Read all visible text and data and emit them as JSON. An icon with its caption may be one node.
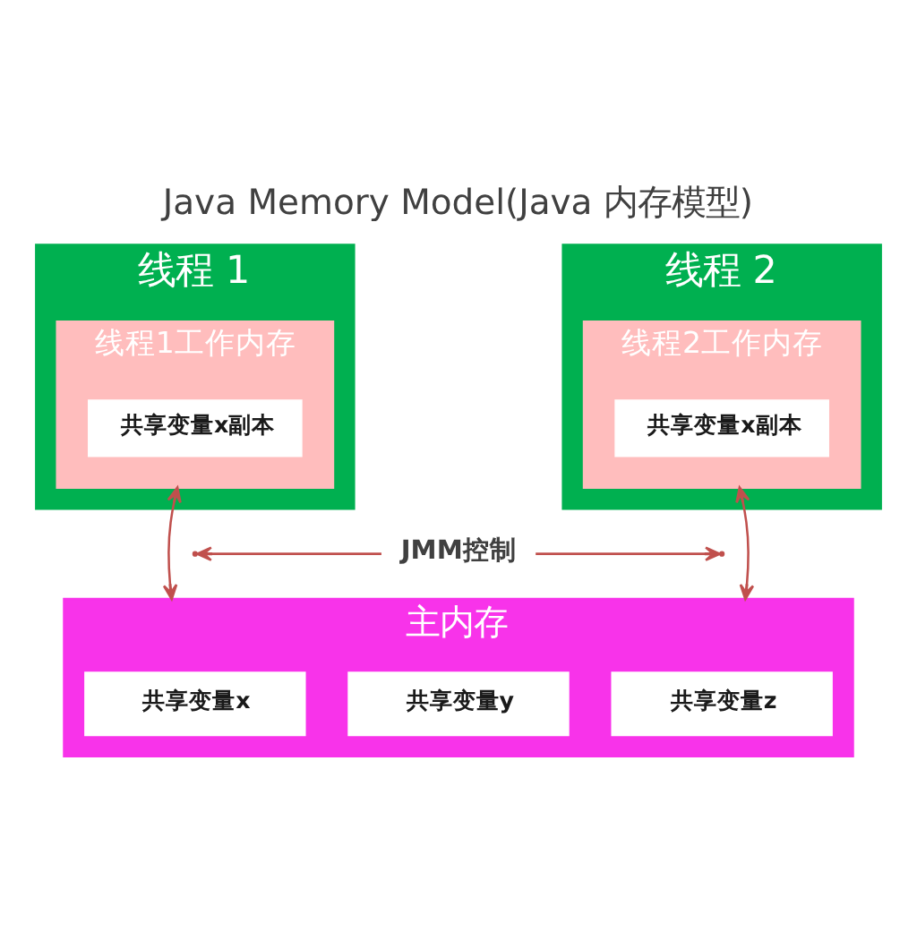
{
  "diagram": {
    "title": "Java Memory Model(Java 内存模型)",
    "nodes": [
      {
        "text": [
          "线程 1"
        ]
      },
      {
        "text": [
          "线程1工作内存"
        ],
        "in": 0
      },
      {
        "text": [
          "共享变量x副本"
        ],
        "in": 1
      },
      {
        "text": [
          "线程 2"
        ]
      },
      {
        "text": [
          "线程2工作内存"
        ],
        "in": 3
      },
      {
        "text": [
          "共享变量x副本"
        ],
        "in": 4
      },
      {
        "text": [
          "JMM控制"
        ]
      },
      {
        "text": [
          "主内存"
        ]
      },
      {
        "text": [
          "共享变量x"
        ],
        "in": 7
      },
      {
        "text": [
          "共享变量y"
        ],
        "in": 7
      },
      {
        "text": [
          "共享变量z"
        ],
        "in": 7
      }
    ],
    "edges": [
      {
        "from": 1,
        "to": 7,
        "arrow": "both"
      },
      {
        "from": 4,
        "to": 7,
        "arrow": "both"
      },
      {
        "from": 6,
        "to": null,
        "arrow": "to"
      },
      {
        "from": 6,
        "to": null,
        "arrow": "to"
      }
    ]
  }
}
